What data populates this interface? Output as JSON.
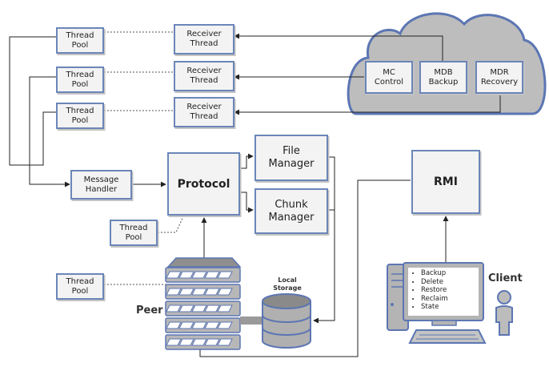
{
  "cloud": {
    "mc": "MC\nControl",
    "mdb": "MDB\nBackup",
    "mdr": "MDR\nRecovery"
  },
  "receivers": [
    "Receiver\nThread",
    "Receiver\nThread",
    "Receiver\nThread"
  ],
  "thread_pools": [
    "Thread\nPool",
    "Thread\nPool",
    "Thread\nPool",
    "Thread\nPool",
    "Thread\nPool"
  ],
  "message_handler": "Message\nHandler",
  "protocol": "Protocol",
  "file_manager": "File\nManager",
  "chunk_manager": "Chunk\nManager",
  "rmi": "RMI",
  "peer_label": "Peer",
  "storage_label": "Local\nStorage",
  "client_label": "Client",
  "client_menu": [
    "Backup",
    "Delete",
    "Restore",
    "Reclaim",
    "State"
  ]
}
